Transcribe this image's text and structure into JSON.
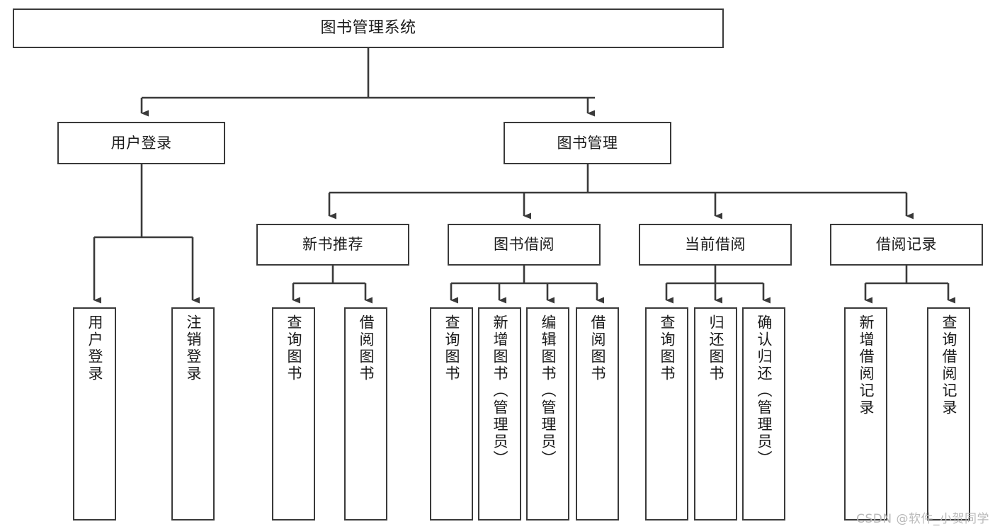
{
  "diagram": {
    "title": "图书管理系统",
    "type": "tree-hierarchy",
    "watermark": "CSDN @软件_小贺同学",
    "colors": {
      "background": "#ffffff",
      "box_border": "#3a3a3a",
      "box_fill": "#ffffff",
      "connector": "#3a3a3a",
      "text": "#1a1a1a",
      "watermark": "#b9b9b9"
    }
  },
  "root": {
    "label": "图书管理系统"
  },
  "level2": [
    {
      "label": "用户登录"
    },
    {
      "label": "图书管理"
    }
  ],
  "level3": [
    {
      "label": "新书推荐"
    },
    {
      "label": "图书借阅"
    },
    {
      "label": "当前借阅"
    },
    {
      "label": "借阅记录"
    }
  ],
  "leaves": {
    "user_login": [
      {
        "label": "用户登录"
      },
      {
        "label": "注销登录"
      }
    ],
    "new_book_recommend": [
      {
        "label": "查询图书"
      },
      {
        "label": "借阅图书"
      }
    ],
    "book_borrow": [
      {
        "label": "查询图书"
      },
      {
        "label": "新增图书（管理员）"
      },
      {
        "label": "编辑图书（管理员）"
      },
      {
        "label": "借阅图书"
      }
    ],
    "current_borrow": [
      {
        "label": "查询图书"
      },
      {
        "label": "归还图书"
      },
      {
        "label": "确认归还（管理员）"
      }
    ],
    "borrow_record": [
      {
        "label": "新增借阅记录"
      },
      {
        "label": "查询借阅记录"
      }
    ]
  }
}
